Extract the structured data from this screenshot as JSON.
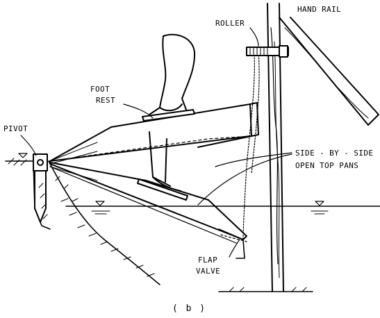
{
  "labels": {
    "hand_rail": "HAND RAIL",
    "roller": "ROLLER",
    "foot_rest_1": "FOOT",
    "foot_rest_2": "REST",
    "pivot": "PIVOT",
    "pans_1": "SIDE - BY - SIDE",
    "pans_2": "OPEN TOP PANS",
    "flap_1": "FLAP",
    "flap_2": "VALVE",
    "caption": "( b )"
  },
  "colors": {
    "ink": "#000000",
    "paper": "#ffffff"
  }
}
